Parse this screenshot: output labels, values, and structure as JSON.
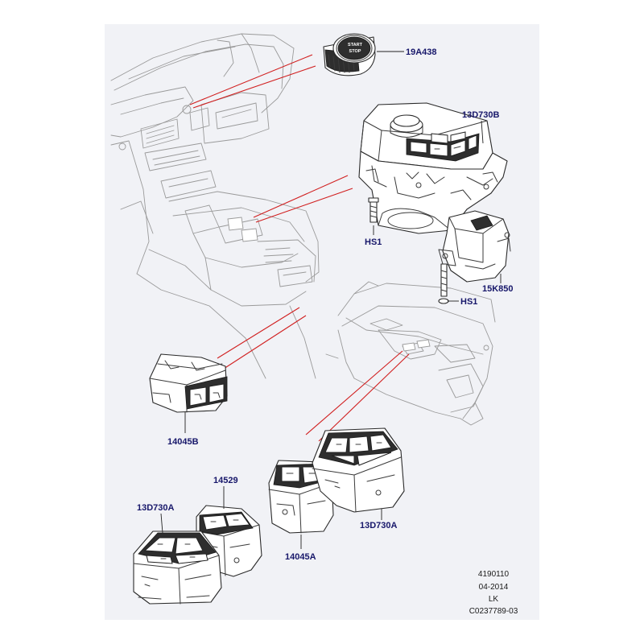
{
  "colors": {
    "panel_background": "#f1f2f6",
    "callout_lines": "#d11f1f",
    "part_label_text": "#17176a",
    "line_art": "#2a2a2a"
  },
  "part_labels": {
    "start_stop_switch": "19A438",
    "console_switch_pack_main": "13D730B",
    "screw_upper": "HS1",
    "switch_module_rear": "15K850",
    "screw_lower": "HS1",
    "rear_seat_switch_left": "14045B",
    "switch_pack_small": "14529",
    "switch_pack_a_left": "13D730A",
    "rear_seat_switch_right": "14045A",
    "switch_pack_a_right": "13D730A"
  },
  "start_button_text": [
    "START",
    "STOP"
  ],
  "reference_block": {
    "illustration_number": "4190110",
    "date": "04-2014",
    "initials": "LK",
    "document_code": "C0237789-03"
  }
}
